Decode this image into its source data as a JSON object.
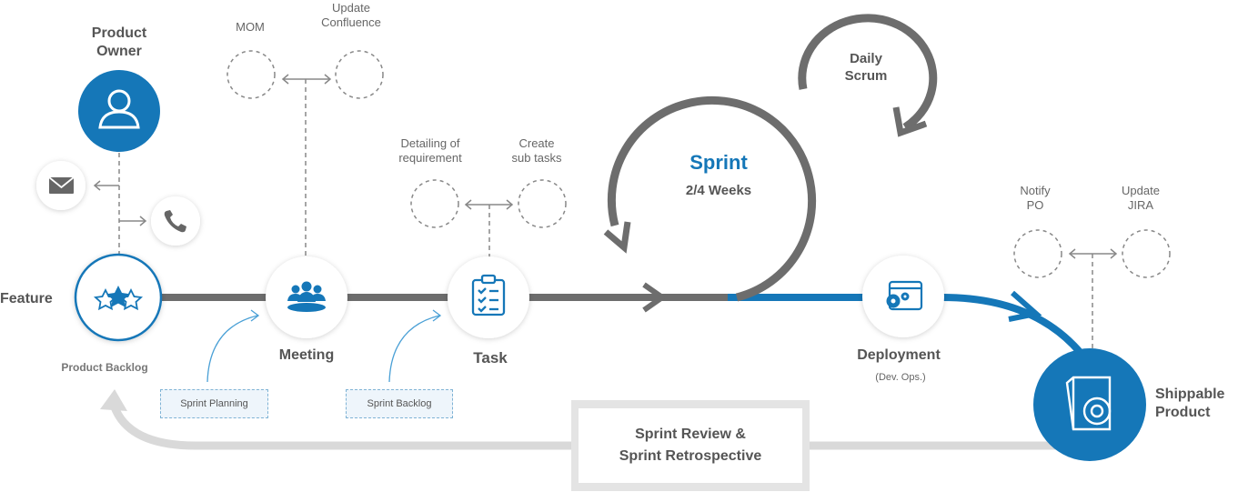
{
  "product_owner": {
    "label_line1": "Product",
    "label_line2": "Owner",
    "icon": "user-icon"
  },
  "contact": {
    "email_icon": "mail-icon",
    "phone_icon": "phone-icon"
  },
  "feature": {
    "label": "Feature",
    "sublabel": "Product Backlog",
    "icon": "stars-icon"
  },
  "meeting": {
    "label": "Meeting",
    "icon": "group-icon",
    "mom": "MOM",
    "confluence_line1": "Update",
    "confluence_line2": "Confluence",
    "input_label": "Sprint Planning"
  },
  "task": {
    "label": "Task",
    "icon": "clipboard-icon",
    "detail_line1": "Detailing of",
    "detail_line2": "requirement",
    "subtasks_line1": "Create",
    "subtasks_line2": "sub tasks",
    "input_label": "Sprint Backlog"
  },
  "sprint": {
    "title": "Sprint",
    "duration": "2/4 Weeks",
    "daily_line1": "Daily",
    "daily_line2": "Scrum"
  },
  "deployment": {
    "label": "Deployment",
    "sublabel": "(Dev. Ops.)",
    "icon": "gear-window-icon"
  },
  "shippable": {
    "label_line1": "Shippable",
    "label_line2": "Product",
    "icon": "product-box-icon",
    "notify_line1": "Notify",
    "notify_line2": "PO",
    "jira_line1": "Update",
    "jira_line2": "JIRA"
  },
  "review": {
    "line1": "Sprint Review &",
    "line2": "Sprint Retrospective"
  },
  "colors": {
    "blue": "#1577b8",
    "gray": "#6d6d6d",
    "light_gray": "#d9d9d9",
    "text": "#555555"
  }
}
